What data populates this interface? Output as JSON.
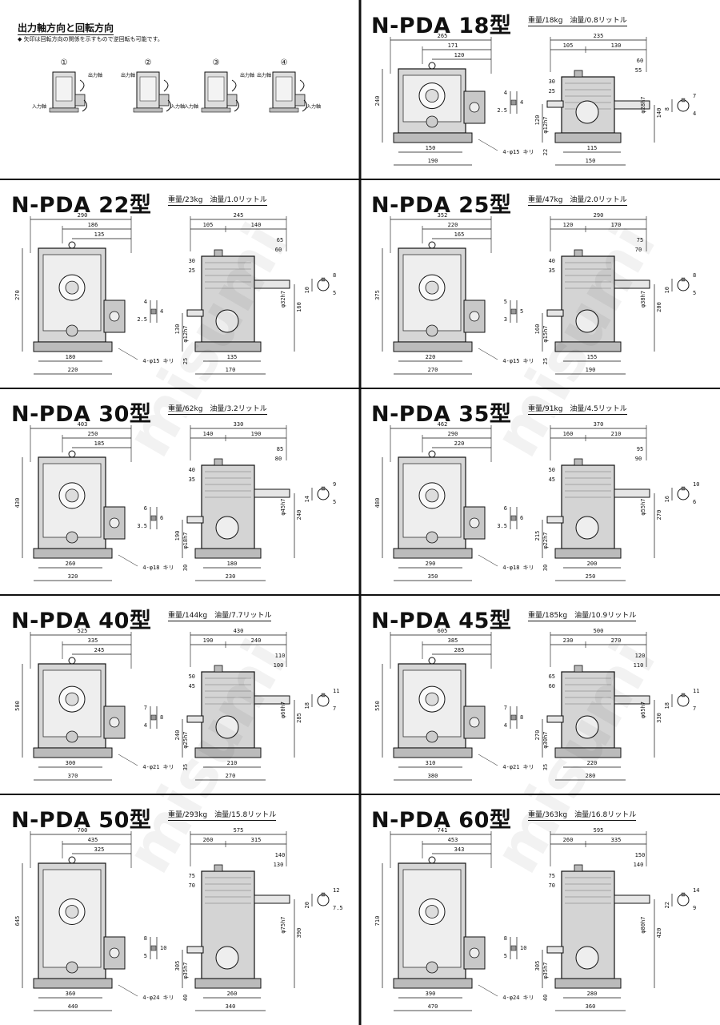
{
  "rotation": {
    "title": "出力軸方向と回転方向",
    "note": "◆ 矢印は回転方向の関係を示すもので逆回転も可能です。",
    "output_label": "出力軸",
    "input_label": "入力軸",
    "numbers": [
      "①",
      "②",
      "③",
      "④"
    ]
  },
  "watermark": "misumi",
  "models": [
    {
      "title": "N-PDA 18型",
      "spec": "重量/18kg　油量/0.8リットル",
      "front": {
        "w": "265",
        "mid": "171",
        "c": "120",
        "h": "240",
        "base_in": "150",
        "base_out": "190"
      },
      "side": {
        "w": "235",
        "a": "105",
        "b": "130",
        "s1": "60",
        "s2": "55",
        "up1": "30",
        "up2": "25",
        "h": "120",
        "h2": "140",
        "base_in": "115",
        "base_out": "150",
        "foot": "22"
      },
      "shaft": {
        "out": "φ28h7",
        "in": "φ12h7"
      },
      "key": {
        "a": "4",
        "b": "4",
        "c": "2.5",
        "d": "7",
        "e": "8",
        "f": "4"
      },
      "bolt": "4-φ15 キリ"
    },
    {
      "title": "N-PDA 22型",
      "spec": "重量/23kg　油量/1.0リットル",
      "front": {
        "w": "290",
        "mid": "186",
        "c": "135",
        "h": "270",
        "base_in": "180",
        "base_out": "220"
      },
      "side": {
        "w": "245",
        "a": "105",
        "b": "140",
        "s1": "65",
        "s2": "60",
        "up1": "30",
        "up2": "25",
        "h": "130",
        "h2": "160",
        "base_in": "135",
        "base_out": "170",
        "foot": "25"
      },
      "shaft": {
        "out": "φ32h7",
        "in": "φ12h7"
      },
      "key": {
        "a": "4",
        "b": "4",
        "c": "2.5",
        "d": "8",
        "e": "10",
        "f": "5"
      },
      "bolt": "4-φ15 キリ"
    },
    {
      "title": "N-PDA 25型",
      "spec": "重量/47kg　油量/2.0リットル",
      "front": {
        "w": "352",
        "mid": "220",
        "c": "165",
        "h": "375",
        "base_in": "220",
        "base_out": "270"
      },
      "side": {
        "w": "290",
        "a": "120",
        "b": "170",
        "s1": "75",
        "s2": "70",
        "up1": "40",
        "up2": "35",
        "h": "160",
        "h2": "200",
        "base_in": "155",
        "base_out": "190",
        "foot": "25"
      },
      "shaft": {
        "out": "φ38h7",
        "in": "φ15h7"
      },
      "key": {
        "a": "5",
        "b": "5",
        "c": "3",
        "d": "8",
        "e": "10",
        "f": "5"
      },
      "bolt": "4-φ15 キリ"
    },
    {
      "title": "N-PDA 30型",
      "spec": "重量/62kg　油量/3.2リットル",
      "front": {
        "w": "403",
        "mid": "250",
        "c": "185",
        "h": "430",
        "base_in": "260",
        "base_out": "320"
      },
      "side": {
        "w": "330",
        "a": "140",
        "b": "190",
        "s1": "85",
        "s2": "80",
        "up1": "40",
        "up2": "35",
        "h": "190",
        "h2": "240",
        "base_in": "180",
        "base_out": "230",
        "foot": "30"
      },
      "shaft": {
        "out": "φ45h7",
        "in": "φ18h7"
      },
      "key": {
        "a": "6",
        "b": "6",
        "c": "3.5",
        "d": "9",
        "e": "14",
        "f": "5"
      },
      "bolt": "4-φ18 キリ"
    },
    {
      "title": "N-PDA 35型",
      "spec": "重量/91kg　油量/4.5リットル",
      "front": {
        "w": "462",
        "mid": "290",
        "c": "220",
        "h": "480",
        "base_in": "290",
        "base_out": "350"
      },
      "side": {
        "w": "370",
        "a": "160",
        "b": "210",
        "s1": "95",
        "s2": "90",
        "up1": "50",
        "up2": "45",
        "h": "215",
        "h2": "270",
        "base_in": "200",
        "base_out": "250",
        "foot": "30"
      },
      "shaft": {
        "out": "φ55h7",
        "in": "φ22h7"
      },
      "key": {
        "a": "6",
        "b": "6",
        "c": "3.5",
        "d": "10",
        "e": "16",
        "f": "6"
      },
      "bolt": "4-φ18 キリ"
    },
    {
      "title": "N-PDA 40型",
      "spec": "重量/144kg　油量/7.7リットル",
      "front": {
        "w": "525",
        "mid": "335",
        "c": "245",
        "h": "500",
        "base_in": "300",
        "base_out": "370"
      },
      "side": {
        "w": "430",
        "a": "190",
        "b": "240",
        "s1": "110",
        "s2": "100",
        "up1": "50",
        "up2": "45",
        "h": "240",
        "h2": "285",
        "base_in": "210",
        "base_out": "270",
        "foot": "35"
      },
      "shaft": {
        "out": "φ60h7",
        "in": "φ25h7"
      },
      "key": {
        "a": "7",
        "b": "8",
        "c": "4",
        "d": "11",
        "e": "18",
        "f": "7"
      },
      "bolt": "4-φ21 キリ"
    },
    {
      "title": "N-PDA 45型",
      "spec": "重量/185kg　油量/10.9リットル",
      "front": {
        "w": "605",
        "mid": "385",
        "c": "285",
        "h": "550",
        "base_in": "310",
        "base_out": "380"
      },
      "side": {
        "w": "500",
        "a": "230",
        "b": "270",
        "s1": "120",
        "s2": "110",
        "up1": "65",
        "up2": "60",
        "h": "270",
        "h2": "330",
        "base_in": "220",
        "base_out": "280",
        "foot": "35"
      },
      "shaft": {
        "out": "φ65h7",
        "in": "φ30h7"
      },
      "key": {
        "a": "7",
        "b": "8",
        "c": "4",
        "d": "11",
        "e": "18",
        "f": "7"
      },
      "bolt": "4-φ21 キリ"
    },
    {
      "title": "N-PDA 50型",
      "spec": "重量/293kg　油量/15.8リットル",
      "front": {
        "w": "700",
        "mid": "435",
        "c": "325",
        "h": "645",
        "base_in": "360",
        "base_out": "440"
      },
      "side": {
        "w": "575",
        "a": "260",
        "b": "315",
        "s1": "140",
        "s2": "130",
        "up1": "75",
        "up2": "70",
        "h": "305",
        "h2": "390",
        "base_in": "260",
        "base_out": "340",
        "foot": "40"
      },
      "shaft": {
        "out": "φ75h7",
        "in": "φ35h7"
      },
      "key": {
        "a": "8",
        "b": "10",
        "c": "5",
        "d": "12",
        "e": "20",
        "f": "7.5"
      },
      "bolt": "4-φ24 キリ"
    },
    {
      "title": "N-PDA 60型",
      "spec": "重量/363kg　油量/16.8リットル",
      "front": {
        "w": "741",
        "mid": "453",
        "c": "343",
        "h": "710",
        "base_in": "390",
        "base_out": "470"
      },
      "side": {
        "w": "595",
        "a": "260",
        "b": "335",
        "s1": "150",
        "s2": "140",
        "up1": "75",
        "up2": "70",
        "h": "305",
        "h2": "420",
        "base_in": "280",
        "base_out": "360",
        "foot": "40"
      },
      "shaft": {
        "out": "φ80h7",
        "in": "φ35h7"
      },
      "key": {
        "a": "8",
        "b": "10",
        "c": "5",
        "d": "14",
        "e": "22",
        "f": "9"
      },
      "bolt": "4-φ24 キリ"
    }
  ]
}
